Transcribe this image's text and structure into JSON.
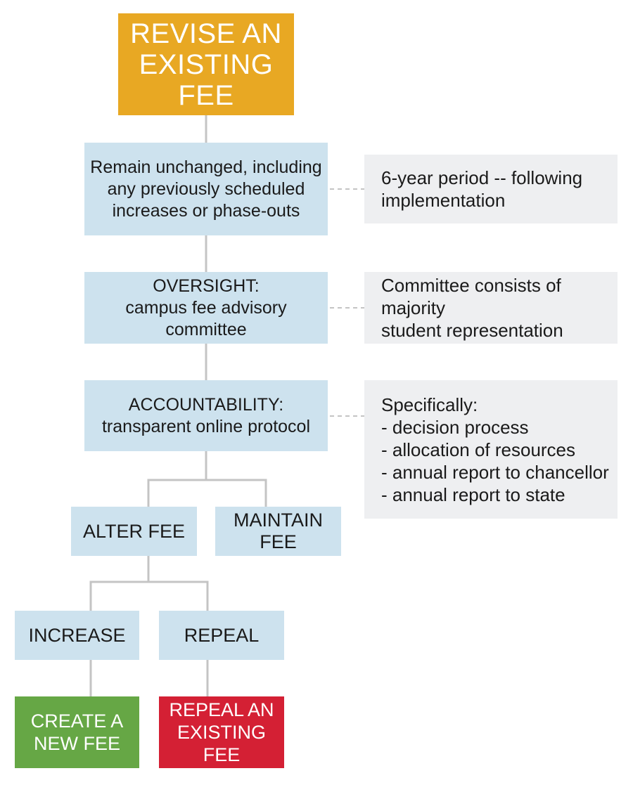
{
  "title": {
    "line1": "REVISE AN",
    "line2": "EXISTING FEE"
  },
  "step_unchanged": {
    "lines": [
      "Remain unchanged, including",
      "any previously scheduled",
      "increases or phase-outs"
    ],
    "note": [
      "6-year period -- following",
      "implementation"
    ]
  },
  "step_oversight": {
    "heading": "OVERSIGHT:",
    "text": "campus fee advisory committee",
    "note": [
      "Committee consists of majority",
      "student representation"
    ]
  },
  "step_accountability": {
    "heading": "ACCOUNTABILITY:",
    "text": "transparent online protocol",
    "note": [
      "Specifically:",
      "- decision process",
      "- allocation of resources",
      "- annual report to chancellor",
      "- annual report to state"
    ]
  },
  "branches": {
    "alter": "ALTER FEE",
    "maintain": "MAINTAIN FEE",
    "increase": "INCREASE",
    "repeal": "REPEAL"
  },
  "outcomes": {
    "create": {
      "line1": "CREATE A",
      "line2": "NEW FEE"
    },
    "repeal_existing": {
      "line1": "REPEAL AN",
      "line2": "EXISTING FEE"
    }
  },
  "colors": {
    "title": "#e8a823",
    "step": "#cde2ee",
    "note": "#eeeff1",
    "create": "#66a745",
    "repeal": "#d42034",
    "connector": "#c4c4c4"
  }
}
